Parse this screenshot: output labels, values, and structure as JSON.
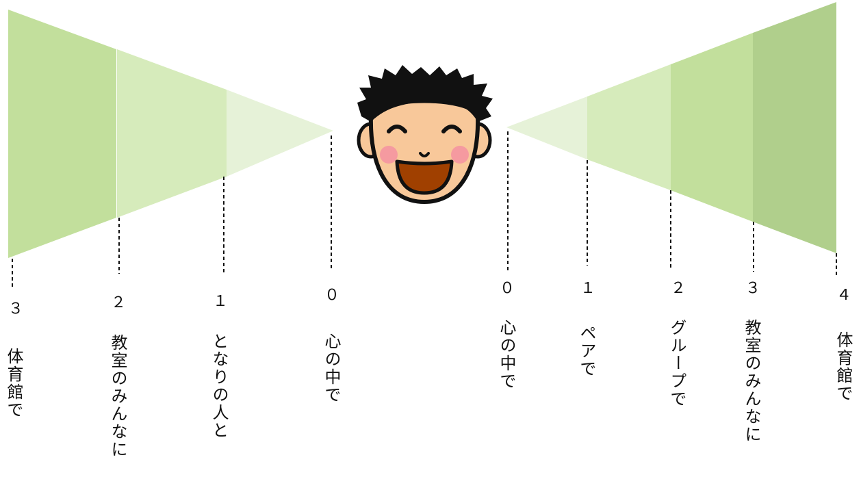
{
  "colors": {
    "band_lightest": "#e6f2d8",
    "band_light": "#d6ebbb",
    "band_mid": "#c2df9c",
    "band_dark": "#b0cf8c",
    "face_skin": "#f8c89a",
    "face_hair": "#111111",
    "face_mouth": "#a04000",
    "face_cheek": "#f59aa0"
  },
  "left_scale": {
    "levels": [
      {
        "number": "３",
        "label": "体育館で"
      },
      {
        "number": "２",
        "label": "教室のみんなに"
      },
      {
        "number": "１",
        "label": "となりの人と"
      },
      {
        "number": "０",
        "label": "心の中で"
      }
    ]
  },
  "right_scale": {
    "levels": [
      {
        "number": "０",
        "label": "心の中で"
      },
      {
        "number": "１",
        "label": "ペアで"
      },
      {
        "number": "２",
        "label": "グループで"
      },
      {
        "number": "３",
        "label": "教室のみんなに"
      },
      {
        "number": "４",
        "label": "体育館で"
      }
    ]
  },
  "center_icon": "smiling-boy-face-icon"
}
